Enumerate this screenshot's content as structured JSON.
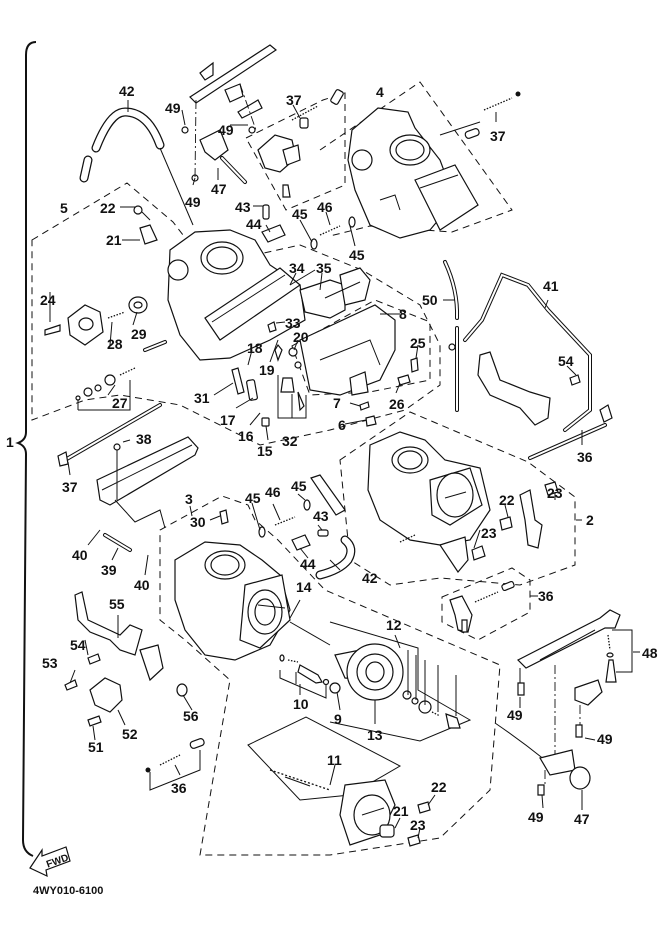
{
  "diagram": {
    "title": "Carburetor assembly exploded parts diagram",
    "drawing_code": "4WY010-6100",
    "fwd_arrow_label": "FWD",
    "group_bracket_label": "1",
    "callouts": [
      {
        "id": "c42a",
        "label": "42"
      },
      {
        "id": "c49a",
        "label": "49"
      },
      {
        "id": "c49b",
        "label": "49"
      },
      {
        "id": "c49c",
        "label": "49"
      },
      {
        "id": "c47a",
        "label": "47"
      },
      {
        "id": "c37a",
        "label": "37"
      },
      {
        "id": "c4",
        "label": "4"
      },
      {
        "id": "c37b",
        "label": "37"
      },
      {
        "id": "c5",
        "label": "5"
      },
      {
        "id": "c22a",
        "label": "22"
      },
      {
        "id": "c21a",
        "label": "21"
      },
      {
        "id": "c43a",
        "label": "43"
      },
      {
        "id": "c44a",
        "label": "44"
      },
      {
        "id": "c45a",
        "label": "45"
      },
      {
        "id": "c46a",
        "label": "46"
      },
      {
        "id": "c45b",
        "label": "45"
      },
      {
        "id": "c34",
        "label": "34"
      },
      {
        "id": "c35",
        "label": "35"
      },
      {
        "id": "c24",
        "label": "24"
      },
      {
        "id": "c28",
        "label": "28"
      },
      {
        "id": "c29",
        "label": "29"
      },
      {
        "id": "c33",
        "label": "33"
      },
      {
        "id": "c20",
        "label": "20"
      },
      {
        "id": "c18",
        "label": "18"
      },
      {
        "id": "c19",
        "label": "19"
      },
      {
        "id": "c27",
        "label": "27"
      },
      {
        "id": "c31",
        "label": "31"
      },
      {
        "id": "c17",
        "label": "17"
      },
      {
        "id": "c16",
        "label": "16"
      },
      {
        "id": "c15",
        "label": "15"
      },
      {
        "id": "c32",
        "label": "32"
      },
      {
        "id": "c50",
        "label": "50"
      },
      {
        "id": "c41",
        "label": "41"
      },
      {
        "id": "c8",
        "label": "8"
      },
      {
        "id": "c25",
        "label": "25"
      },
      {
        "id": "c54a",
        "label": "54"
      },
      {
        "id": "c7",
        "label": "7"
      },
      {
        "id": "c26",
        "label": "26"
      },
      {
        "id": "c6",
        "label": "6"
      },
      {
        "id": "c38",
        "label": "38"
      },
      {
        "id": "c37c",
        "label": "37"
      },
      {
        "id": "c36a",
        "label": "36"
      },
      {
        "id": "c3",
        "label": "3"
      },
      {
        "id": "c30",
        "label": "30"
      },
      {
        "id": "c45c",
        "label": "45"
      },
      {
        "id": "c46b",
        "label": "46"
      },
      {
        "id": "c45d",
        "label": "45"
      },
      {
        "id": "c43b",
        "label": "43"
      },
      {
        "id": "c44b",
        "label": "44"
      },
      {
        "id": "c42b",
        "label": "42"
      },
      {
        "id": "c22b",
        "label": "22"
      },
      {
        "id": "c23a",
        "label": "23"
      },
      {
        "id": "c23b",
        "label": "23"
      },
      {
        "id": "c2",
        "label": "2"
      },
      {
        "id": "c40a",
        "label": "40"
      },
      {
        "id": "c39",
        "label": "39"
      },
      {
        "id": "c40b",
        "label": "40"
      },
      {
        "id": "c14",
        "label": "14"
      },
      {
        "id": "c36b",
        "label": "36"
      },
      {
        "id": "c55",
        "label": "55"
      },
      {
        "id": "c54b",
        "label": "54"
      },
      {
        "id": "c53",
        "label": "53"
      },
      {
        "id": "c12",
        "label": "12"
      },
      {
        "id": "c48",
        "label": "48"
      },
      {
        "id": "c10",
        "label": "10"
      },
      {
        "id": "c9",
        "label": "9"
      },
      {
        "id": "c13",
        "label": "13"
      },
      {
        "id": "c56",
        "label": "56"
      },
      {
        "id": "c49d",
        "label": "49"
      },
      {
        "id": "c49e",
        "label": "49"
      },
      {
        "id": "c51",
        "label": "51"
      },
      {
        "id": "c52",
        "label": "52"
      },
      {
        "id": "c11",
        "label": "11"
      },
      {
        "id": "c36c",
        "label": "36"
      },
      {
        "id": "c22c",
        "label": "22"
      },
      {
        "id": "c21b",
        "label": "21"
      },
      {
        "id": "c23c",
        "label": "23"
      },
      {
        "id": "c49f",
        "label": "49"
      },
      {
        "id": "c47b",
        "label": "47"
      }
    ]
  }
}
